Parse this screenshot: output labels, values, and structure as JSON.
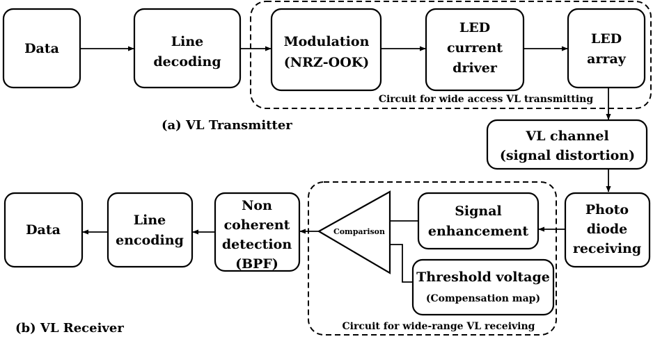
{
  "transmitter": {
    "data": "Data",
    "line_decoding": [
      "Line",
      "decoding"
    ],
    "modulation": [
      "Modulation",
      "(NRZ-OOK)"
    ],
    "led_driver": [
      "LED",
      "current",
      "driver"
    ],
    "led_array": [
      "LED",
      "array"
    ],
    "circuit_label": "Circuit for wide access VL transmitting",
    "caption": "(a) VL Transmitter"
  },
  "channel": {
    "vl_channel": [
      "VL channel",
      "(signal distortion)"
    ]
  },
  "receiver": {
    "photo_diode": [
      "Photo",
      "diode",
      "receiving"
    ],
    "signal_enhancement": [
      "Signal",
      "enhancement"
    ],
    "threshold": [
      "Threshold voltage",
      "(Compensation map)"
    ],
    "comparison": "Comparison",
    "noncoherent": [
      "Non",
      "coherent",
      "detection",
      "(BPF)"
    ],
    "line_encoding": [
      "Line",
      "encoding"
    ],
    "data": "Data",
    "circuit_label": "Circuit for wide-range VL receiving",
    "caption": "(b) VL Receiver"
  }
}
